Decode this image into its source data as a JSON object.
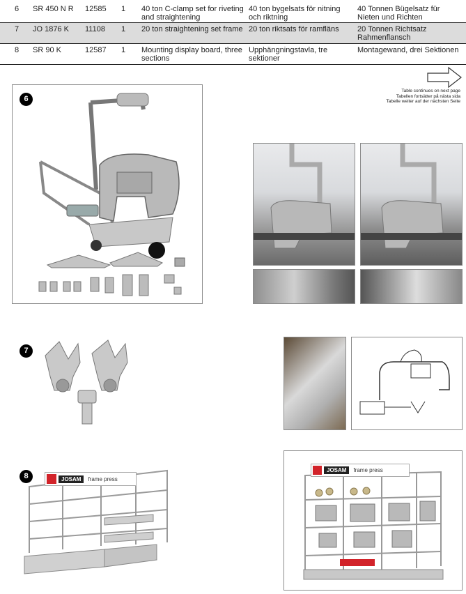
{
  "rows": [
    {
      "no": "6",
      "article": "SR 450 N R",
      "number": "12585",
      "qty": "1",
      "en": "40 ton C-clamp set for riveting and straightening",
      "sv": "40 ton bygelsats för nitning och riktning",
      "de": "40 Tonnen Bügelsatz für Nieten und Richten"
    },
    {
      "no": "7",
      "article": "JO 1876 K",
      "number": "11108",
      "qty": "1",
      "en": "20 ton straightening set frame",
      "sv": "20 ton riktsats för ramfläns",
      "de": "20 Tonnen Richtsatz Rahmenflansch"
    },
    {
      "no": "8",
      "article": "SR 90 K",
      "number": "12587",
      "qty": "1",
      "en": "Mounting display board, three sections",
      "sv": "Upphängningstavla, tre sektioner",
      "de": "Montagewand, drei Sektionen"
    }
  ],
  "continue_note": {
    "en": "Table continues on next page",
    "sv": "Tabellen fortsätter på nästa sida",
    "de": "Tabelle weiter auf der nächsten Seite"
  },
  "badges": {
    "b6": "6",
    "b7": "7",
    "b8": "8"
  },
  "branding": {
    "brand": "JOSAM",
    "product": "frame press"
  },
  "colors": {
    "brand_red": "#d2232a",
    "table_shade": "#dcdcdc"
  }
}
